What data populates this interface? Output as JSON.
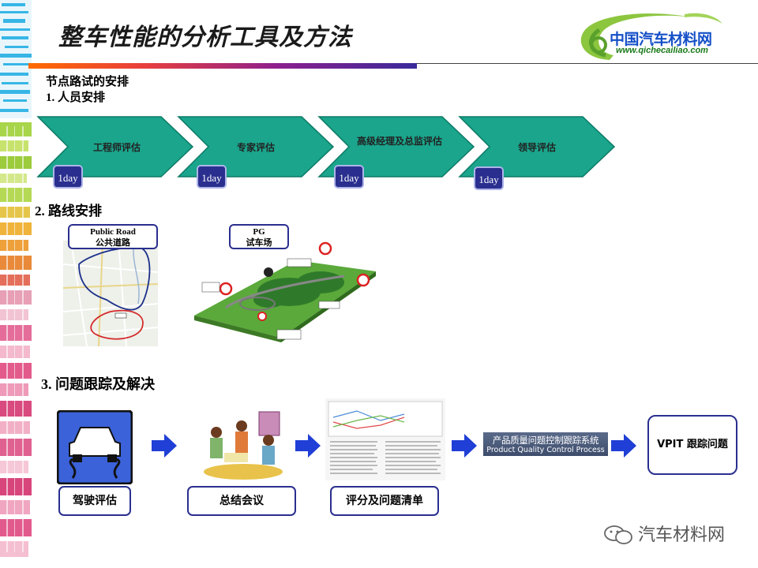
{
  "header": {
    "title": "整车性能的分析工具及方法",
    "logo_cn": "中国汽车材料网",
    "logo_url": "www.qichecailiao.com"
  },
  "intro": {
    "heading": "节点路试的安排",
    "item1": "1. 人员安排"
  },
  "stages": [
    {
      "label": "工程师评估",
      "duration": "1day"
    },
    {
      "label": "专家评估",
      "duration": "1day"
    },
    {
      "label": "高级经理及总监评估",
      "duration": "1day"
    },
    {
      "label": "领导评估",
      "duration": "1day"
    }
  ],
  "route": {
    "heading": "2. 路线安排",
    "public_road": {
      "en": "Public Road",
      "cn": "公共道路"
    },
    "pg": {
      "en": "PG",
      "cn": "试车场"
    }
  },
  "tracking": {
    "heading": "3. 问题跟踪及解决",
    "steps": [
      "驾驶评估",
      "总结会议",
      "评分及问题清单"
    ],
    "system_cn": "产品质量问题控制跟踪系统",
    "system_en": "Product Quality Control Process",
    "vpit": "VPIT 跟踪问题"
  },
  "watermark": "汽车材料网",
  "colors": {
    "chevron": "#1aa58c",
    "chevron_border": "#0d7a66",
    "day_box": "#2a2f8f",
    "arrow": "#1f3fd6"
  }
}
